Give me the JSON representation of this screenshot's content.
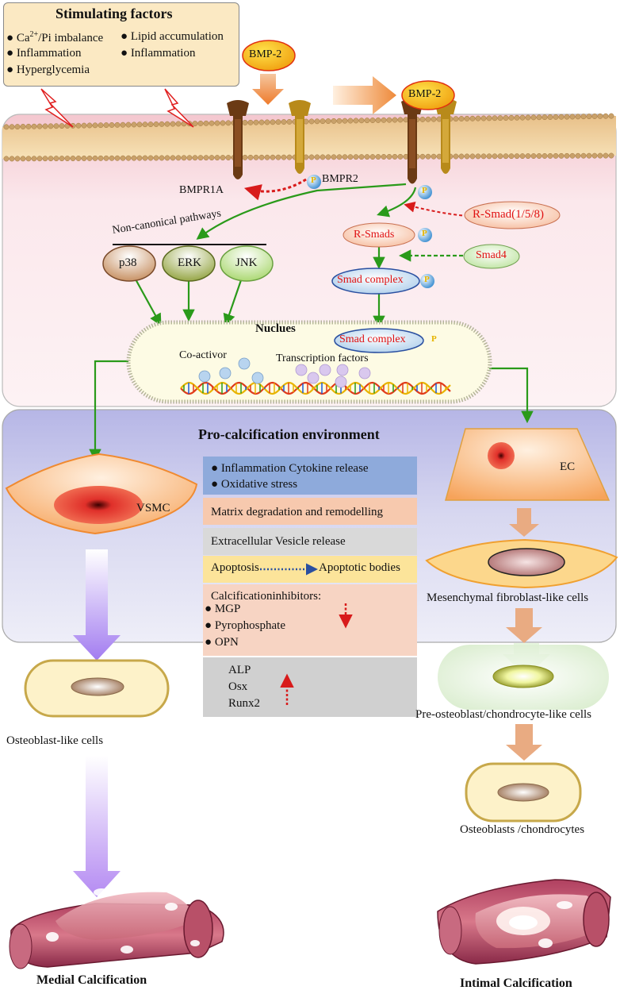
{
  "stimulating": {
    "title": "Stimulating factors",
    "col1": [
      "Ca2+/Pi imbalance",
      "Inflammation",
      "Hyperglycemia"
    ],
    "col2": [
      "Lipid accumulation",
      "Inflammation"
    ],
    "ca_base": "Ca",
    "ca_sup": "2+",
    "ca_rest": "/Pi imbalance"
  },
  "ligand": {
    "bmp2_left": "BMP-2",
    "bmp2_right": "BMP-2"
  },
  "receptors": {
    "bmpr1a": "BMPR1A",
    "bmpr2": "BMPR2",
    "phospho": "P"
  },
  "pathways": {
    "noncanonical_title": "Non-canonical pathways",
    "p38": "p38",
    "erk": "ERK",
    "jnk": "JNK"
  },
  "smad": {
    "rsmad158": "R-Smad(1/5/8)",
    "rsmads": "R-Smads",
    "smad4": "Smad4",
    "complex_cyto": "Smad complex",
    "complex_nuc": "Smad complex"
  },
  "nucleus": {
    "title": "Nuclues",
    "coactivator": "Co-activor",
    "tfs": "Transcription factors"
  },
  "environment": {
    "title": "Pro-calcification environment",
    "cytokine": "Inflammation Cytokine release",
    "oxidative": "Oxidative stress",
    "matrix": "Matrix degradation and remodelling",
    "ev": "Extracellular Vesicle release",
    "apoptosis": "Apoptosis",
    "apoptotic_bodies": "Apoptotic bodies",
    "inhibitors_title": "Calcificationinhibitors:",
    "inhibitors": [
      "MGP",
      "Pyrophosphate",
      "OPN"
    ],
    "markers": [
      "ALP",
      "Osx",
      "Runx2"
    ]
  },
  "left_path": {
    "vsmc": "VSMC",
    "osteoblast_like": "Osteoblast-like cells",
    "medial": "Medial Calcification"
  },
  "right_path": {
    "ec": "EC",
    "mesenchymal": "Mesenchymal fibroblast-like cells",
    "pre_osteoblast": "Pre-osteoblast/chondrocyte-like cells",
    "osteoblasts": "Osteoblasts /chondrocytes",
    "intimal": "Intimal Calcification"
  },
  "colors": {
    "membrane_panel": "#fbe7ea",
    "env_panel": "#c7c7eb",
    "arrow_green": "#2a9a1a",
    "arrow_red": "#d81b1b",
    "cytokine_row": "#8eaadb",
    "matrix_row": "#f7c9ae",
    "ev_row": "#d9d9d9",
    "apoptosis_row": "#fce49a"
  }
}
